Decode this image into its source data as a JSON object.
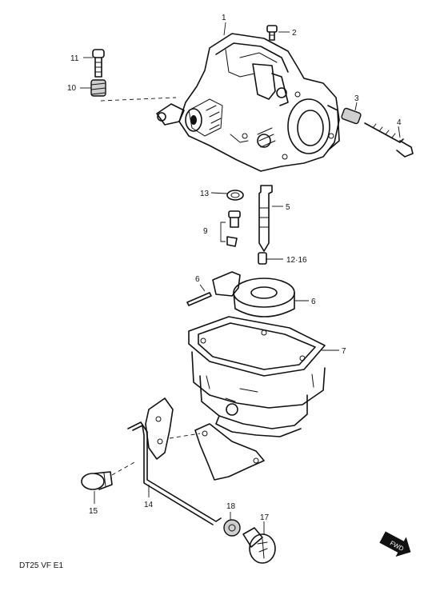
{
  "diagram": {
    "footer_code": "DT25 VF E1",
    "fwd_label": "FWD",
    "callouts": [
      {
        "id": "c1",
        "label": "1"
      },
      {
        "id": "c2",
        "label": "2"
      },
      {
        "id": "c3",
        "label": "3"
      },
      {
        "id": "c4",
        "label": "4"
      },
      {
        "id": "c5",
        "label": "5"
      },
      {
        "id": "c6a",
        "label": "6"
      },
      {
        "id": "c6b",
        "label": "6"
      },
      {
        "id": "c7",
        "label": "7"
      },
      {
        "id": "c9",
        "label": "9"
      },
      {
        "id": "c10",
        "label": "10"
      },
      {
        "id": "c11",
        "label": "11"
      },
      {
        "id": "c12",
        "label": "12·16"
      },
      {
        "id": "c13",
        "label": "13"
      },
      {
        "id": "c14",
        "label": "14"
      },
      {
        "id": "c15",
        "label": "15"
      },
      {
        "id": "c17",
        "label": "17"
      },
      {
        "id": "c18",
        "label": "18"
      }
    ]
  }
}
